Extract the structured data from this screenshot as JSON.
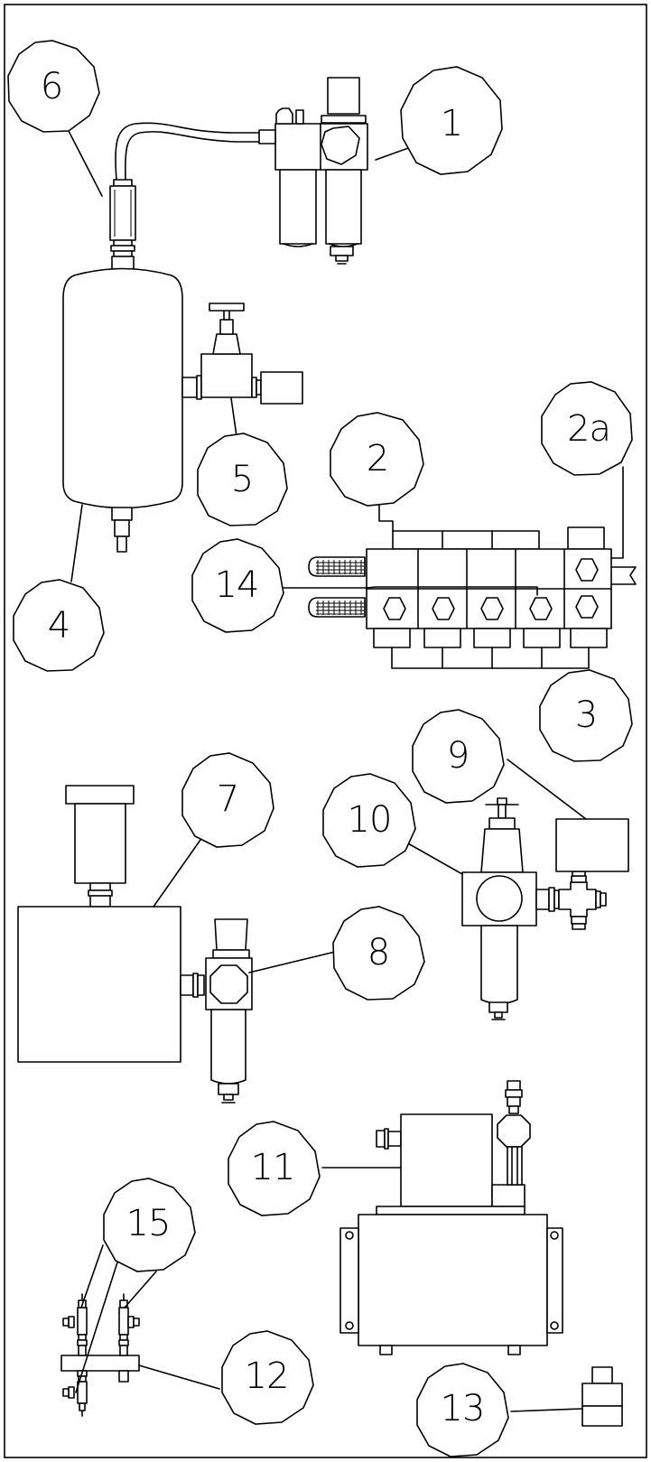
{
  "callouts": [
    {
      "id": "1",
      "label": "1"
    },
    {
      "id": "2",
      "label": "2"
    },
    {
      "id": "2a",
      "label": "2a"
    },
    {
      "id": "3",
      "label": "3"
    },
    {
      "id": "4",
      "label": "4"
    },
    {
      "id": "5",
      "label": "5"
    },
    {
      "id": "6",
      "label": "6"
    },
    {
      "id": "7",
      "label": "7"
    },
    {
      "id": "8",
      "label": "8"
    },
    {
      "id": "9",
      "label": "9"
    },
    {
      "id": "10",
      "label": "10"
    },
    {
      "id": "11",
      "label": "11"
    },
    {
      "id": "12",
      "label": "12"
    },
    {
      "id": "13",
      "label": "13"
    },
    {
      "id": "14",
      "label": "14"
    },
    {
      "id": "15",
      "label": "15"
    }
  ],
  "colors": {
    "line": "#000000",
    "background": "#ffffff"
  }
}
